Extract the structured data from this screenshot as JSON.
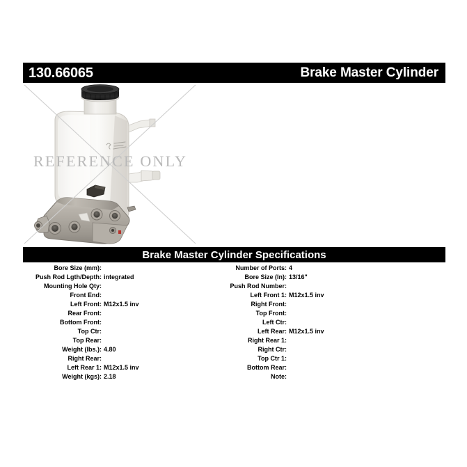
{
  "header": {
    "part_number": "130.66065",
    "title": "Brake Master Cylinder"
  },
  "photo": {
    "watermark": "REFERENCE ONLY",
    "alt": "brake-master-cylinder-photo"
  },
  "specifications": {
    "bar_title": "Brake Master Cylinder Specifications",
    "left_column": [
      {
        "label": "Bore Size (mm):",
        "value": ""
      },
      {
        "label": "Push Rod Lgth/Depth:",
        "value": "integrated"
      },
      {
        "label": "Mounting Hole Qty:",
        "value": ""
      },
      {
        "label": "Front End:",
        "value": ""
      },
      {
        "label": "Left Front:",
        "value": "M12x1.5 inv"
      },
      {
        "label": "Rear Front:",
        "value": ""
      },
      {
        "label": "Bottom Front:",
        "value": ""
      },
      {
        "label": "Top Ctr:",
        "value": ""
      },
      {
        "label": "Top Rear:",
        "value": ""
      },
      {
        "label": "Weight (lbs.):",
        "value": "4.80"
      },
      {
        "label": "Right Rear:",
        "value": ""
      },
      {
        "label": "Left Rear 1:",
        "value": "M12x1.5 inv"
      },
      {
        "label": "Weight (kgs):",
        "value": "2.18"
      }
    ],
    "right_column": [
      {
        "label": "Number of Ports:",
        "value": "4"
      },
      {
        "label": "Bore Size (In):",
        "value": "13/16\""
      },
      {
        "label": "Push Rod Number:",
        "value": ""
      },
      {
        "label": "Left Front 1:",
        "value": "M12x1.5 inv"
      },
      {
        "label": "Right Front:",
        "value": ""
      },
      {
        "label": "Top Front:",
        "value": ""
      },
      {
        "label": "Left Ctr:",
        "value": ""
      },
      {
        "label": "Left Rear:",
        "value": "M12x1.5 inv"
      },
      {
        "label": "Right Rear 1:",
        "value": ""
      },
      {
        "label": "Right Ctr:",
        "value": ""
      },
      {
        "label": "Top Ctr 1:",
        "value": ""
      },
      {
        "label": "Bottom Rear:",
        "value": ""
      },
      {
        "label": "Note:",
        "value": ""
      }
    ]
  },
  "colors": {
    "bar_background": "#000000",
    "bar_text": "#ffffff",
    "page_background": "#ffffff",
    "body_text": "#000000",
    "watermark": "#b9b9b9"
  }
}
